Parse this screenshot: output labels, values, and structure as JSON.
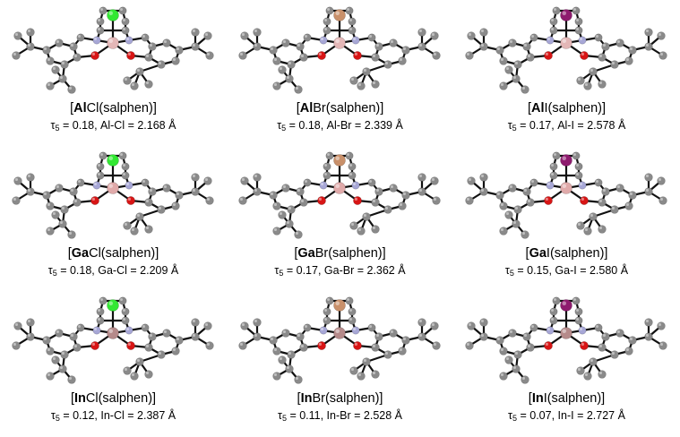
{
  "colors": {
    "carbon": "#8a8a8a",
    "oxygen": "#d81515",
    "nitrogen": "#a7a7d6",
    "bond": "#111111",
    "Cl": "#32e832",
    "Br": "#c9906a",
    "I": "#8e1b6e",
    "Al": "#e3b7b7",
    "Ga": "#e0aaaa",
    "In": "#b58a8a"
  },
  "complexes": [
    {
      "metal": "Al",
      "halide": "Cl",
      "title_pre": "[",
      "title_bold": "Al",
      "title_rest": "Cl(salphen)]",
      "tau_symbol": "τ",
      "tau_sub": "5",
      "stats": " = 0.18, Al-Cl = 2.168 Å"
    },
    {
      "metal": "Al",
      "halide": "Br",
      "title_pre": "[",
      "title_bold": "Al",
      "title_rest": "Br(salphen)]",
      "tau_symbol": "τ",
      "tau_sub": "5",
      "stats": " = 0.18, Al-Br = 2.339 Å"
    },
    {
      "metal": "Al",
      "halide": "I",
      "title_pre": "[",
      "title_bold": "Al",
      "title_rest": "I(salphen)]",
      "tau_symbol": "τ",
      "tau_sub": "5",
      "stats": " = 0.17, Al-I = 2.578 Å"
    },
    {
      "metal": "Ga",
      "halide": "Cl",
      "title_pre": "[",
      "title_bold": "Ga",
      "title_rest": "Cl(salphen)]",
      "tau_symbol": "τ",
      "tau_sub": "5",
      "stats": " = 0.18, Ga-Cl = 2.209 Å"
    },
    {
      "metal": "Ga",
      "halide": "Br",
      "title_pre": "[",
      "title_bold": "Ga",
      "title_rest": "Br(salphen)]",
      "tau_symbol": "τ",
      "tau_sub": "5",
      "stats": " = 0.17, Ga-Br = 2.362 Å"
    },
    {
      "metal": "Ga",
      "halide": "I",
      "title_pre": "[",
      "title_bold": "Ga",
      "title_rest": "I(salphen)]",
      "tau_symbol": "τ",
      "tau_sub": "5",
      "stats": " = 0.15, Ga-I = 2.580 Å"
    },
    {
      "metal": "In",
      "halide": "Cl",
      "title_pre": "[",
      "title_bold": "In",
      "title_rest": "Cl(salphen)]",
      "tau_symbol": "τ",
      "tau_sub": "5",
      "stats": " = 0.12, In-Cl = 2.387 Å"
    },
    {
      "metal": "In",
      "halide": "Br",
      "title_pre": "[",
      "title_bold": "In",
      "title_rest": "Br(salphen)]",
      "tau_symbol": "τ",
      "tau_sub": "5",
      "stats": " = 0.11, In-Br = 2.528 Å"
    },
    {
      "metal": "In",
      "halide": "I",
      "title_pre": "[",
      "title_bold": "In",
      "title_rest": "I(salphen)]",
      "tau_symbol": "τ",
      "tau_sub": "5",
      "stats": " = 0.07, In-I = 2.727 Å"
    }
  ]
}
